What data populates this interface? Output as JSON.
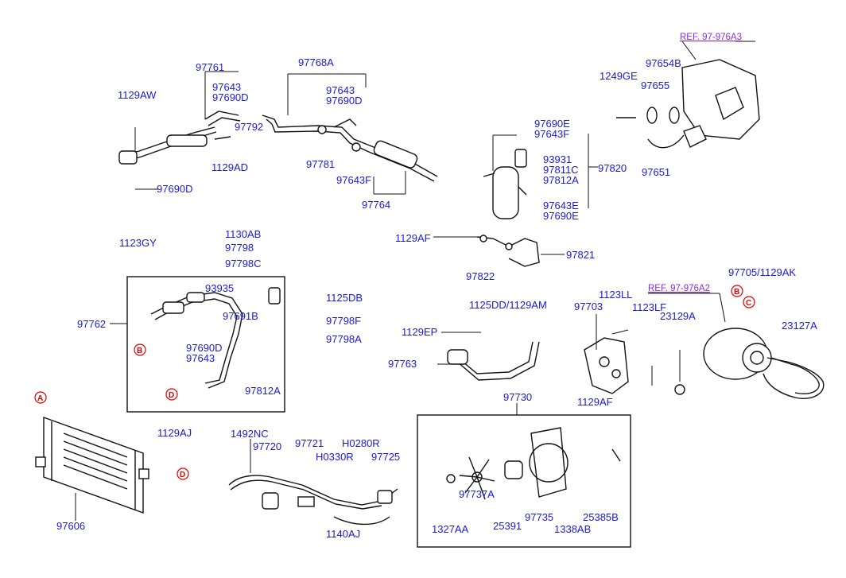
{
  "references": [
    "REF. 97-976A3",
    "REF. 97-976A2"
  ],
  "markers": [
    "A",
    "B",
    "C",
    "D"
  ],
  "callouts": [
    "97761",
    "97768A",
    "97643",
    "97690D",
    "1129AW",
    "97792",
    "97643",
    "97690D",
    "1129AD",
    "97781",
    "97643F",
    "97764",
    "97690D",
    "97690E",
    "97643F",
    "93931",
    "97811C",
    "97820",
    "97812A",
    "97643E",
    "97690E",
    "1249GE",
    "97655",
    "97654B",
    "97651",
    "1130AB",
    "1123GY",
    "97798",
    "97798C",
    "93935",
    "97762",
    "1125DB",
    "97691B",
    "97798F",
    "97798A",
    "97690D",
    "97643",
    "97812A",
    "1129AF",
    "97821",
    "97822",
    "1125DD/1129AM",
    "97705/1129AK",
    "97703",
    "1123LL",
    "1123LF",
    "23129A",
    "23127A",
    "1129EP",
    "97763",
    "97730",
    "1129AF",
    "1129AJ",
    "97606",
    "1492NC",
    "97720",
    "97721",
    "H0280R",
    "H0330R",
    "97725",
    "1140AJ",
    "97737A",
    "25391",
    "97735",
    "1327AA",
    "1338AB",
    "25385B"
  ]
}
